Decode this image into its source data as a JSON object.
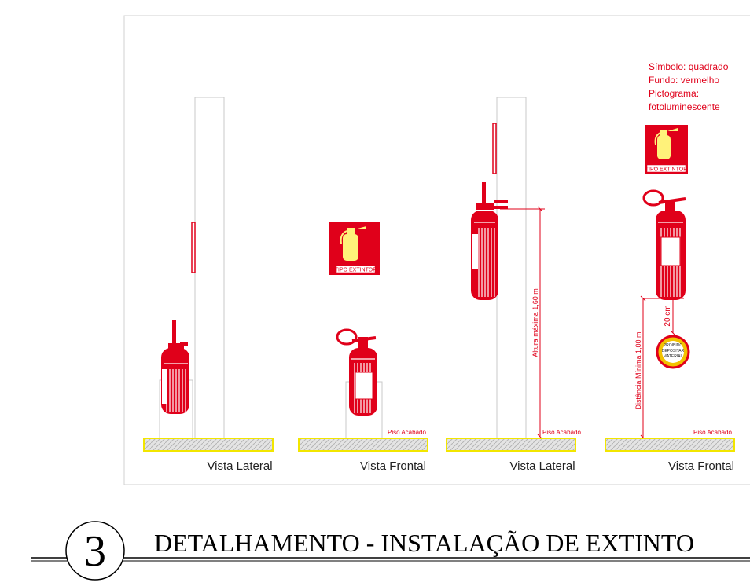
{
  "views": [
    {
      "caption": "Vista Lateral"
    },
    {
      "caption": "Vista Frontal",
      "floor_label": "Piso Acabado",
      "sign_label": "TIPO EXTINTOR"
    },
    {
      "caption": "Vista Lateral",
      "floor_label": "Piso Acabado",
      "height_dim": "Altura máxima 1,60 m"
    },
    {
      "caption": "Vista Frontal",
      "floor_label": "Piso Acabado",
      "sign_label": "TIPO EXTINTOR",
      "dim_20": "20 cm",
      "dim_min": "Distância Mínima 1,00 m",
      "prohibit_lines": [
        "PROIBIDO",
        "DEPOSITAR",
        "MATERIAL"
      ]
    }
  ],
  "notes": [
    "Símbolo: quadrado",
    "Fundo: vermelho",
    "Pictograma:",
    "fotoluminescente"
  ],
  "title": {
    "number": "3",
    "text": "DETALHAMENTO - INSTALAÇÃO DE EXTINTO"
  },
  "colors": {
    "red": "#e0001a",
    "yellow": "#fff27a",
    "floor_yellow": "#f2e600",
    "line": "#c8c8c8"
  }
}
